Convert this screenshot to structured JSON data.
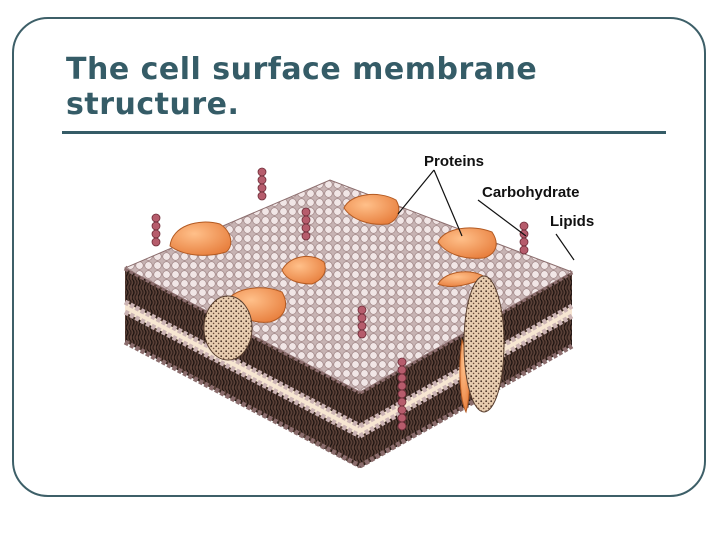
{
  "slide": {
    "title_line1": "The cell surface membrane",
    "title_line2": "structure."
  },
  "diagram": {
    "labels": {
      "proteins": "Proteins",
      "carbohydrate": "Carbohydrate",
      "lipids": "Lipids"
    },
    "colors": {
      "frame": "#3d5f68",
      "title": "#355c67",
      "lipid_head": "#eadede",
      "lipid_head_stroke": "#9a8080",
      "lipid_tail": "#3a2a25",
      "bilayer_core": "#f7e6d2",
      "surface_protein": "#f4a064",
      "channel_protein": "#e8cdb0",
      "carbohydrate_chain": "#b65c6c"
    }
  }
}
